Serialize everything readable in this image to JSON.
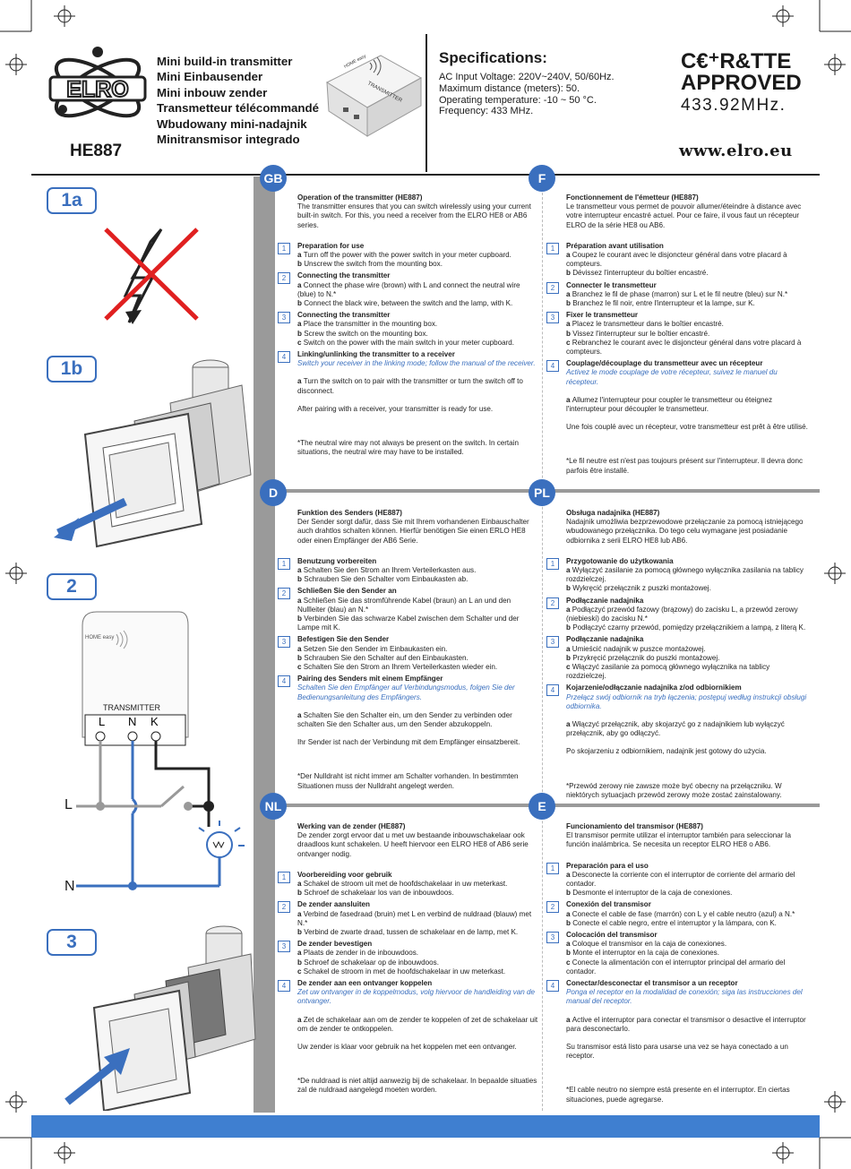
{
  "header": {
    "brand": "ELRO",
    "titles": [
      "Mini build-in transmitter",
      "Mini Einbausender",
      "Mini inbouw zender",
      "Transmetteur télécommandé",
      "Wbudowany mini-nadajnik",
      "Minitransmisor integrado"
    ],
    "model": "HE887",
    "specs_title": "Specifications:",
    "specs": [
      "AC Input Voltage: 220V~240V, 50/60Hz.",
      "Maximum distance (meters): 50.",
      "Operating temperature: -10 ~ 50 °C.",
      "Frequency: 433 MHz."
    ],
    "cert_line1": "C€⁺R&TTE",
    "cert_line2": "APPROVED",
    "frequency": "433.92MHz.",
    "website": "www.elro.eu",
    "product_label": "TRANSMITTER",
    "product_brand": "HOME easy"
  },
  "steps": [
    "1a",
    "1b",
    "2",
    "3"
  ],
  "diagram": {
    "label": "TRANSMITTER",
    "terminals": [
      "L",
      "N",
      "K"
    ],
    "line_L": "L",
    "line_N": "N",
    "brand": "HOME easy"
  },
  "sections": {
    "gb": {
      "code": "GB",
      "title": "Operation of the transmitter (HE887)",
      "intro": "The transmitter ensures that you can switch wirelessly using your current built-in switch. For this, you need a receiver from the ELRO HE8 or AB6 series.",
      "items": [
        {
          "n": "1",
          "h": "Preparation for use",
          "lines": [
            "a Turn off the power with the power switch in your meter cupboard.",
            "b Unscrew the switch from the mounting box."
          ]
        },
        {
          "n": "2",
          "h": "Connecting the transmitter",
          "lines": [
            "a Connect the phase wire (brown) with L and connect the neutral wire (blue) to N.*",
            "b Connect the black wire, between the switch and the lamp, with K."
          ]
        },
        {
          "n": "3",
          "h": "Connecting the transmitter",
          "lines": [
            "a Place the transmitter in the mounting box.",
            "b Screw the switch on the mounting box.",
            "c Switch on the power with the main switch in your meter cupboard."
          ]
        },
        {
          "n": "4",
          "h": "Linking/unlinking the transmitter to a receiver",
          "it": "Switch your receiver in the linking mode; follow the manual of the receiver.",
          "lines": [
            "a Turn the switch on to pair with the transmitter or turn the switch off to disconnect."
          ],
          "after": "After pairing with a receiver, your transmitter is ready for use."
        }
      ],
      "note": "*The neutral wire may not always be present on the switch. In certain situations, the neutral wire may have to be installed."
    },
    "f": {
      "code": "F",
      "title": "Fonctionnement de l'émetteur (HE887)",
      "intro": "Le transmetteur vous permet de pouvoir allumer/éteindre à distance avec votre interrupteur encastré actuel. Pour ce faire, il vous faut un récepteur ELRO de la série HE8 ou AB6.",
      "items": [
        {
          "n": "1",
          "h": "Préparation avant utilisation",
          "lines": [
            "a Coupez le courant avec le disjoncteur général dans votre placard à compteurs.",
            "b Dévissez l'interrupteur du boîtier encastré."
          ]
        },
        {
          "n": "2",
          "h": "Connecter le transmetteur",
          "lines": [
            "a Branchez le fil de phase (marron) sur L et le fil neutre (bleu) sur N.*",
            "b Branchez le fil noir, entre l'interrupteur et la lampe, sur K."
          ]
        },
        {
          "n": "3",
          "h": "Fixer le transmetteur",
          "lines": [
            "a Placez le transmetteur dans le boîtier encastré.",
            "b Vissez l'interrupteur sur le boîtier encastré.",
            "c Rebranchez le courant avec le disjoncteur général dans votre placard à compteurs."
          ]
        },
        {
          "n": "4",
          "h": "Couplage/découplage du transmetteur avec un récepteur",
          "it": "Activez le mode couplage de votre récepteur, suivez le manuel du récepteur.",
          "lines": [
            "a Allumez l'interrupteur pour coupler le transmetteur ou éteignez l'interrupteur pour découpler le transmetteur."
          ],
          "after": "Une fois couplé avec un récepteur, votre transmetteur est prêt à être utilisé."
        }
      ],
      "note": "*Le fil neutre est n'est pas toujours présent sur l'interrupteur. Il devra donc parfois être installé."
    },
    "d": {
      "code": "D",
      "title": "Funktion des Senders (HE887)",
      "intro": "Der Sender sorgt dafür, dass Sie mit Ihrem vorhandenen Einbauschalter auch drahtlos schalten können. Hierfür benötigen Sie einen ERLO HE8 oder einen Empfänger der AB6 Serie.",
      "items": [
        {
          "n": "1",
          "h": "Benutzung vorbereiten",
          "lines": [
            "a Schalten Sie den Strom an Ihrem Verteilerkasten aus.",
            "b Schrauben Sie den Schalter vom Einbaukasten ab."
          ]
        },
        {
          "n": "2",
          "h": "Schließen Sie den Sender an",
          "lines": [
            "a Schließen Sie das stromführende Kabel (braun) an L an und den Nullleiter (blau) an N.*",
            "b Verbinden Sie das schwarze Kabel zwischen dem Schalter und der Lampe mit K."
          ]
        },
        {
          "n": "3",
          "h": "Befestigen Sie den Sender",
          "lines": [
            "a Setzen Sie den Sender im Einbaukasten ein.",
            "b Schrauben Sie den Schalter auf den Einbaukasten.",
            "c Schalten Sie den Strom an Ihrem Verteilerkasten wieder ein."
          ]
        },
        {
          "n": "4",
          "h": "Pairing des Senders mit einem Empfänger",
          "it": "Schalten Sie den Empfänger auf Verbindungsmodus, folgen Sie der Bedienungsanleitung des Empfängers.",
          "lines": [
            "a Schalten Sie den Schalter ein, um den Sender zu verbinden oder schalten Sie den Schalter aus, um den Sender abzukoppeln."
          ],
          "after": "Ihr Sender ist nach der Verbindung mit dem Empfänger einsatzbereit."
        }
      ],
      "note": "*Der Nulldraht ist nicht immer am Schalter vorhanden. In bestimmten Situationen muss der Nulldraht angelegt werden."
    },
    "pl": {
      "code": "PL",
      "title": "Obsługa nadajnika (HE887)",
      "intro": "Nadajnik umożliwia bezprzewodowe przełączanie za pomocą istniejącego wbudowanego przełącznika. Do tego celu wymagane jest posiadanie odbiornika z serii ELRO HE8 lub AB6.",
      "items": [
        {
          "n": "1",
          "h": "Przygotowanie do użytkowania",
          "lines": [
            "a Wyłączyć zasilanie za pomocą głównego wyłącznika zasilania na tablicy rozdzielczej.",
            "b Wykręcić przełącznik z puszki montażowej."
          ]
        },
        {
          "n": "2",
          "h": "Podłączanie nadajnika",
          "lines": [
            "a Podłączyć przewód fazowy (brązowy) do zacisku L, a przewód zerowy (niebieski) do zacisku N.*",
            "b Podłączyć czarny przewód, pomiędzy przełącznikiem a lampą, z literą K."
          ]
        },
        {
          "n": "3",
          "h": "Podłączanie nadajnika",
          "lines": [
            "a Umieścić nadajnik w puszce montażowej.",
            "b Przykręcić przełącznik do puszki montażowej.",
            "c Włączyć zasilanie za pomocą głównego wyłącznika na tablicy rozdzielczej."
          ]
        },
        {
          "n": "4",
          "h": "Kojarzenie/odłączanie nadajnika z/od odbiornikiem",
          "it": "Przełącz swój odbiornik na tryb łączenia; postępuj według instrukcji obsługi odbiornika.",
          "lines": [
            "a Włączyć przełącznik, aby skojarzyć go z nadajnikiem lub wyłączyć przełącznik, aby go odłączyć."
          ],
          "after": "Po skojarzeniu z odbiornikiem, nadajnik jest gotowy do użycia."
        }
      ],
      "note": "*Przewód zerowy nie zawsze może być obecny na przełączniku. W niektórych sytuacjach przewód zerowy może zostać zainstalowany."
    },
    "nl": {
      "code": "NL",
      "title": "Werking van de zender (HE887)",
      "intro": "De zender zorgt ervoor dat u met uw bestaande inbouwschakelaar ook draadloos kunt schakelen. U heeft hiervoor een ELRO HE8 of AB6 serie ontvanger nodig.",
      "items": [
        {
          "n": "1",
          "h": "Voorbereiding voor gebruik",
          "lines": [
            "a Schakel de stroom uit met de hoofdschakelaar in uw meterkast.",
            "b Schroef de schakelaar los van de inbouwdoos."
          ]
        },
        {
          "n": "2",
          "h": "De zender aansluiten",
          "lines": [
            "a Verbind de fasedraad (bruin) met L en verbind de nuldraad (blauw) met N.*",
            "b Verbind de zwarte draad, tussen de schakelaar en de lamp, met K."
          ]
        },
        {
          "n": "3",
          "h": "De zender bevestigen",
          "lines": [
            "a Plaats de zender in de inbouwdoos.",
            "b Schroef de schakelaar op de inbouwdoos.",
            "c Schakel de stroom in met de hoofdschakelaar in uw meterkast."
          ]
        },
        {
          "n": "4",
          "h": "De zender aan een ontvanger koppelen",
          "it": "Zet uw ontvanger in de koppelmodus, volg hiervoor de handleiding van de ontvanger.",
          "lines": [
            "a Zet de schakelaar aan om de zender te koppelen of zet de schakelaar uit om de zender te ontkoppelen."
          ],
          "after": "Uw zender is klaar voor gebruik na het koppelen met een ontvanger."
        }
      ],
      "note": "*De nuldraad is niet altijd aanwezig bij de schakelaar. In bepaalde situaties zal de nuldraad aangelegd moeten worden."
    },
    "e": {
      "code": "E",
      "title": "Funcionamiento del transmisor (HE887)",
      "intro": "El transmisor permite utilizar el interruptor también para seleccionar la función inalámbrica. Se necesita un receptor ELRO HE8 o AB6.",
      "items": [
        {
          "n": "1",
          "h": "Preparación para el uso",
          "lines": [
            "a Desconecte la corriente con el interruptor de corriente del armario del contador.",
            "b Desmonte el interruptor de la caja de conexiones."
          ]
        },
        {
          "n": "2",
          "h": "Conexión del transmisor",
          "lines": [
            "a Conecte el cable de fase (marrón) con L y el cable neutro (azul) a N.*",
            "b Conecte el cable negro, entre el interruptor y la lámpara, con K."
          ]
        },
        {
          "n": "3",
          "h": "Colocación del transmisor",
          "lines": [
            "a Coloque el transmisor en la caja de conexiones.",
            "b Monte el interruptor en la caja de conexiones.",
            "c Conecte la alimentación con el interruptor principal del armario del contador."
          ]
        },
        {
          "n": "4",
          "h": "Conectar/desconectar el transmisor a un receptor",
          "it": "Ponga el receptor en la modalidad de conexión; siga las instrucciones del manual del receptor.",
          "lines": [
            "a Active el interruptor para conectar el transmisor o desactive el interruptor para desconectarlo."
          ],
          "after": "Su transmisor está listo para usarse una vez se haya conectado a un receptor."
        }
      ],
      "note": "*El cable neutro no siempre está presente en el interruptor. En ciertas situaciones, puede agregarse."
    }
  },
  "colors": {
    "accent": "#3a6fbe",
    "footer": "#3f7fd0",
    "bar": "#9a9a9a",
    "warning": "#e02020"
  }
}
